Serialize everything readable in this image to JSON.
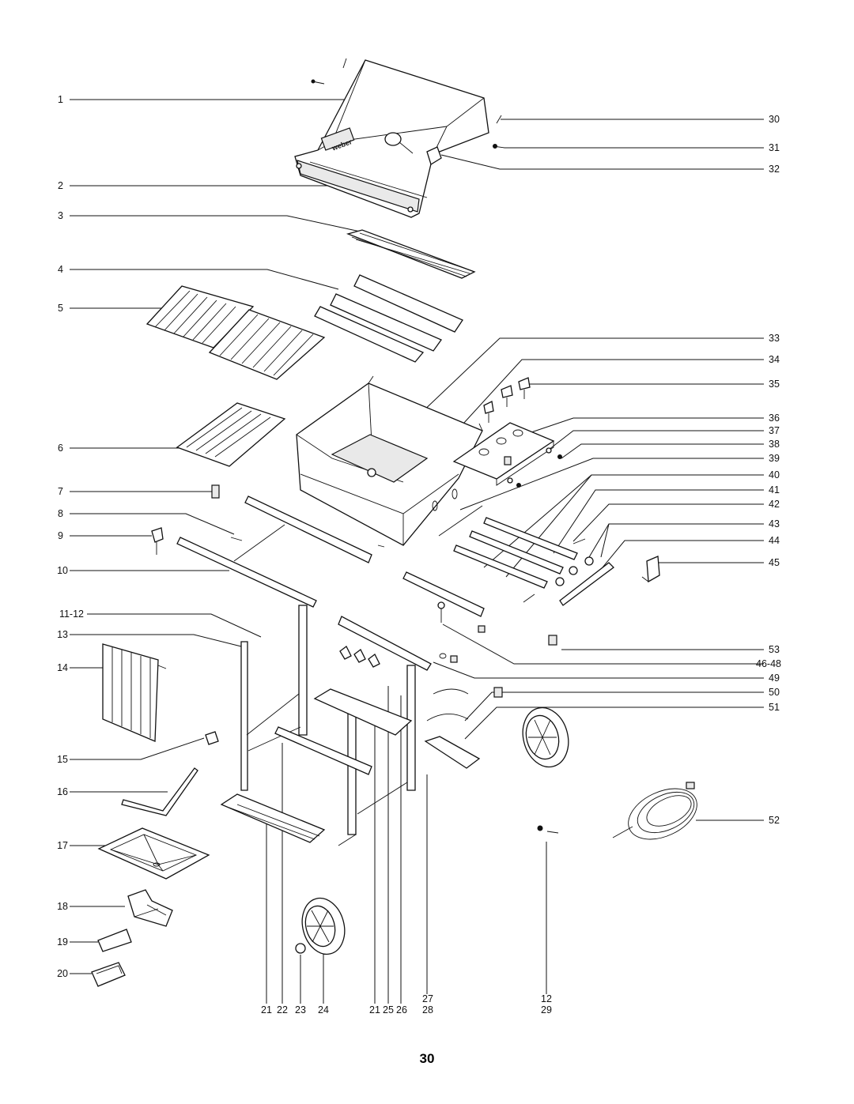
{
  "page_number": "30",
  "callouts_left": [
    {
      "id": "c1",
      "text": "1"
    },
    {
      "id": "c2",
      "text": "2"
    },
    {
      "id": "c3",
      "text": "3"
    },
    {
      "id": "c4",
      "text": "4"
    },
    {
      "id": "c5",
      "text": "5"
    },
    {
      "id": "c6",
      "text": "6"
    },
    {
      "id": "c7",
      "text": "7"
    },
    {
      "id": "c8",
      "text": "8"
    },
    {
      "id": "c9",
      "text": "9"
    },
    {
      "id": "c10",
      "text": "10"
    },
    {
      "id": "c11",
      "text": "11-12"
    },
    {
      "id": "c13",
      "text": "13"
    },
    {
      "id": "c14",
      "text": "14"
    },
    {
      "id": "c15",
      "text": "15"
    },
    {
      "id": "c16",
      "text": "16"
    },
    {
      "id": "c17",
      "text": "17"
    },
    {
      "id": "c18",
      "text": "18"
    },
    {
      "id": "c19",
      "text": "19"
    },
    {
      "id": "c20",
      "text": "20"
    }
  ],
  "callouts_right": [
    {
      "id": "c30",
      "text": "30"
    },
    {
      "id": "c31",
      "text": "31"
    },
    {
      "id": "c32",
      "text": "32"
    },
    {
      "id": "c33",
      "text": "33"
    },
    {
      "id": "c34",
      "text": "34"
    },
    {
      "id": "c35",
      "text": "35"
    },
    {
      "id": "c36",
      "text": "36"
    },
    {
      "id": "c37",
      "text": "37"
    },
    {
      "id": "c38",
      "text": "38"
    },
    {
      "id": "c39",
      "text": "39"
    },
    {
      "id": "c40",
      "text": "40"
    },
    {
      "id": "c41",
      "text": "41"
    },
    {
      "id": "c42",
      "text": "42"
    },
    {
      "id": "c43",
      "text": "43"
    },
    {
      "id": "c44",
      "text": "44"
    },
    {
      "id": "c45",
      "text": "45"
    },
    {
      "id": "c53",
      "text": "53"
    },
    {
      "id": "c46",
      "text": "46-48"
    },
    {
      "id": "c49",
      "text": "49"
    },
    {
      "id": "c50",
      "text": "50"
    },
    {
      "id": "c51",
      "text": "51"
    },
    {
      "id": "c52",
      "text": "52"
    }
  ],
  "callouts_bottom": [
    {
      "id": "b21a",
      "text": "21"
    },
    {
      "id": "b22",
      "text": "22"
    },
    {
      "id": "b23",
      "text": "23"
    },
    {
      "id": "b24",
      "text": "24"
    },
    {
      "id": "b21b",
      "text": "21"
    },
    {
      "id": "b25",
      "text": "25"
    },
    {
      "id": "b26",
      "text": "26"
    },
    {
      "id": "b27",
      "text": "27"
    },
    {
      "id": "b28",
      "text": "28"
    },
    {
      "id": "b12",
      "text": "12"
    },
    {
      "id": "b29",
      "text": "29"
    }
  ],
  "logo_text": "weber"
}
